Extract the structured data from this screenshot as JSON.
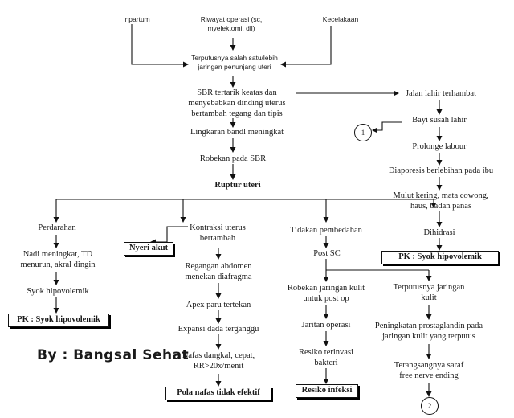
{
  "top": {
    "intrapartum": "Inpartum",
    "riwayat": [
      "Riwayat operasi    (sc,",
      "myelektomi, dll)"
    ],
    "kecelakaan": "Kecelakaan"
  },
  "center": {
    "terputus": [
      "Terputusnya salah satu/lebih",
      "jaringan penunjang uteri"
    ],
    "sbr": [
      "SBR tertarik keatas dan",
      "menyebabkan dinding uterus",
      "bertambah tegang dan tipis"
    ],
    "lingkaran": "Lingkaran bandl meningkat",
    "robekan_sbr": "Robekan pada SBR",
    "ruptur": "Ruptur uteri"
  },
  "right_column": {
    "jalan_lahir": "Jalan lahir terhambat",
    "bayi": "Bayi susah lahir",
    "connector_1": "1",
    "prolonge": "Prolonge labour",
    "diaporesis": "Diaporesis berlebihan pada ibu",
    "mulut": [
      "Mulut kering, mata cowong,",
      "haus, badan panas"
    ],
    "dihidrasi": "Dihidrasi",
    "pk_syok_right": "PK : Syok hipovolemik"
  },
  "left_branch": {
    "perdarahan": "Perdarahan",
    "nadi": [
      "Nadi meningkat, TD",
      "menurun, akral dingin"
    ],
    "syok": "Syok hipovolemik",
    "pk_syok_left": "PK : Syok hipovolemik"
  },
  "nyeri_box": "Nyeri akut",
  "middle_branch": {
    "kontraksi": [
      "Kontraksi uterus",
      "bertambah"
    ],
    "regangan": [
      "Regangan abdomen",
      "menekan diafragma"
    ],
    "apex": "Apex paru tertekan",
    "ekspansi": "Expansi dada terganggu",
    "nafas": [
      "Nafas dangkal, cepat,",
      "RR>20x/menit"
    ],
    "pola_box": "Pola nafas tidak efektif"
  },
  "right_branch": {
    "tidakan": "Tidakan pembedahan",
    "post_sc": "Post SC",
    "robekan_kulit": [
      "Robekan jaringan kulit",
      "untuk post op"
    ],
    "jaritan": "Jaritan operasi",
    "resiko": [
      "Resiko terinvasi",
      "bakteri"
    ],
    "resiko_box": "Resiko infeksi",
    "terputusnya_kulit": [
      "Terputusnya jaringan",
      "kulit"
    ],
    "peningkatan": [
      "Peningkatan prostaglandin pada",
      "jaringan kulit yang terputus"
    ],
    "terangsang": [
      "Terangsangnya saraf",
      "free nerve ending"
    ],
    "connector_2": "2"
  },
  "signature": "By : Bangsal Sehat"
}
